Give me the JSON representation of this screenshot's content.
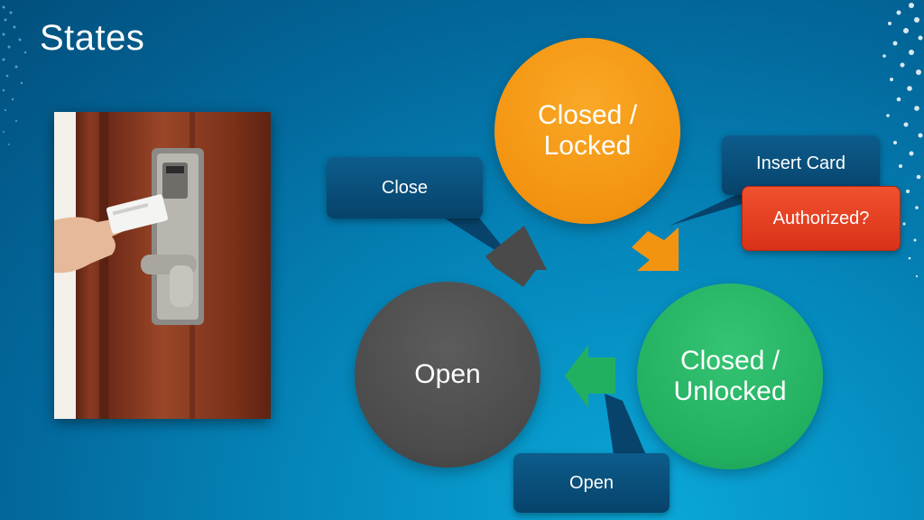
{
  "slide": {
    "title": "States"
  },
  "states": {
    "closed_locked": "Closed / Locked",
    "closed_unlocked": "Closed / Unlocked",
    "open": "Open"
  },
  "callouts": {
    "close": "Close",
    "insert_card": "Insert Card",
    "authorized": "Authorized?",
    "open": "Open"
  },
  "colors": {
    "background": "#0589bd",
    "closed_locked": "#f39411",
    "closed_unlocked": "#22b060",
    "open": "#4b4b4b",
    "callout": "#07436b",
    "authorized": "#e23d20"
  }
}
